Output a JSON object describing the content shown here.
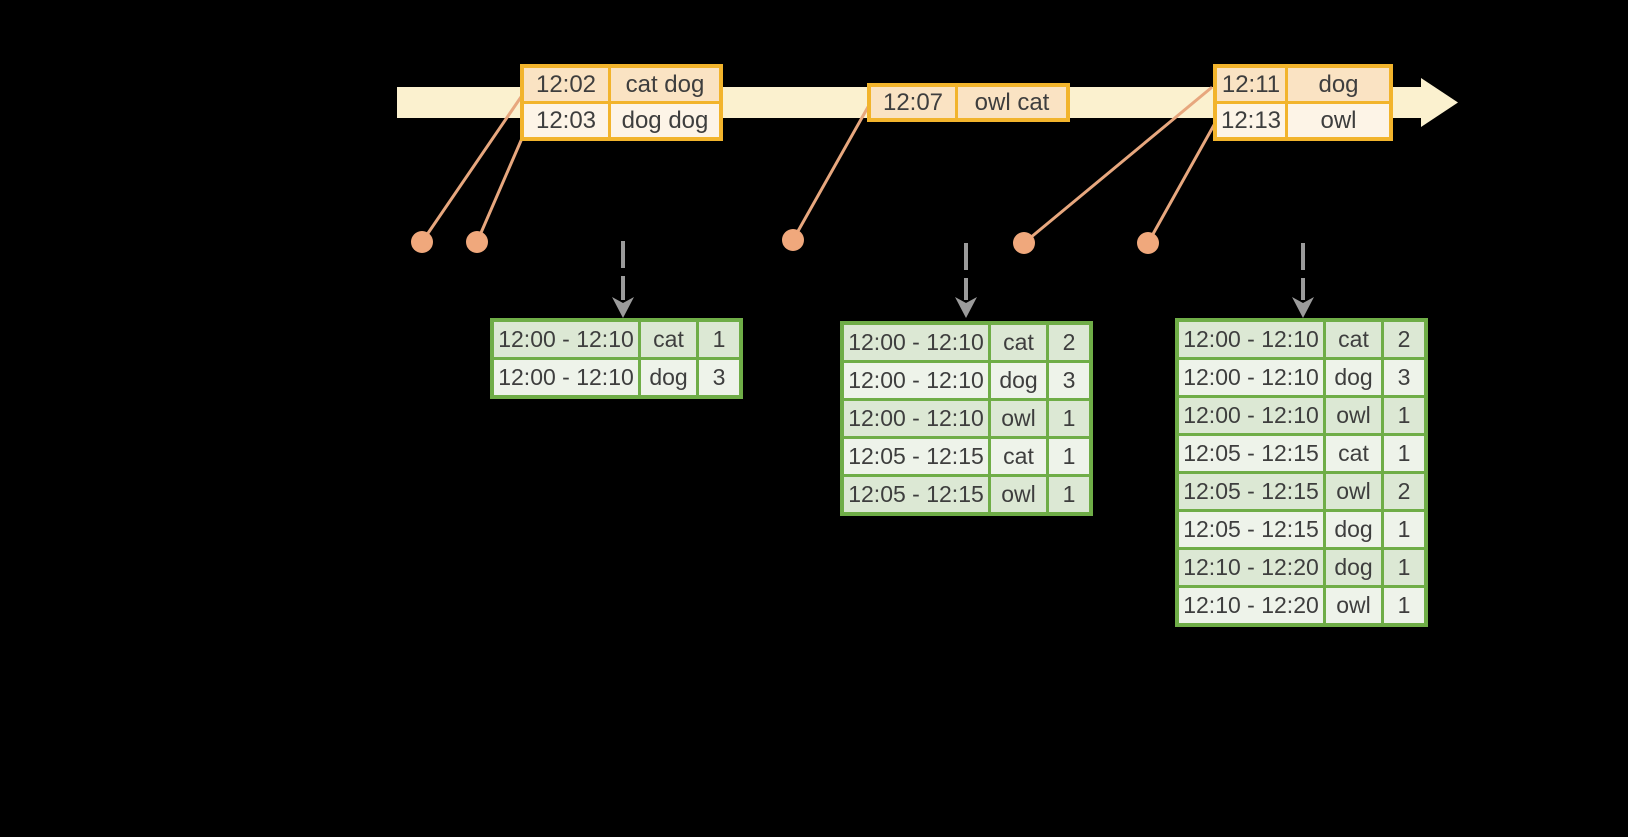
{
  "diagram": {
    "kind": "streaming windowed word-count timeline",
    "colors": {
      "gold": "#f2b42c",
      "peach-dark": "#fae3c3",
      "peach-light": "#fdf4e7",
      "green": "#6fad47",
      "sage-dark": "#dce8d4",
      "sage-light": "#eef3ea",
      "band": "#fbf1cf",
      "connector": "#e7a77e",
      "dot": "#f0a87c",
      "arrow-gray": "#9b9b9b"
    },
    "event_tables": [
      {
        "rows": [
          {
            "time": "12:02",
            "words": "cat dog"
          },
          {
            "time": "12:03",
            "words": "dog dog"
          }
        ]
      },
      {
        "rows": [
          {
            "time": "12:07",
            "words": "owl cat"
          }
        ]
      },
      {
        "rows": [
          {
            "time": "12:11",
            "words": "dog"
          },
          {
            "time": "12:13",
            "words": "owl"
          }
        ]
      }
    ],
    "result_tables": [
      {
        "rows": [
          {
            "window": "12:00 - 12:10",
            "word": "cat",
            "count": "1"
          },
          {
            "window": "12:00 - 12:10",
            "word": "dog",
            "count": "3"
          }
        ]
      },
      {
        "rows": [
          {
            "window": "12:00 - 12:10",
            "word": "cat",
            "count": "2"
          },
          {
            "window": "12:00 - 12:10",
            "word": "dog",
            "count": "3"
          },
          {
            "window": "12:00 - 12:10",
            "word": "owl",
            "count": "1"
          },
          {
            "window": "12:05 - 12:15",
            "word": "cat",
            "count": "1"
          },
          {
            "window": "12:05 - 12:15",
            "word": "owl",
            "count": "1"
          }
        ]
      },
      {
        "rows": [
          {
            "window": "12:00 - 12:10",
            "word": "cat",
            "count": "2"
          },
          {
            "window": "12:00 - 12:10",
            "word": "dog",
            "count": "3"
          },
          {
            "window": "12:00 - 12:10",
            "word": "owl",
            "count": "1"
          },
          {
            "window": "12:05 - 12:15",
            "word": "cat",
            "count": "1"
          },
          {
            "window": "12:05 - 12:15",
            "word": "owl",
            "count": "2"
          },
          {
            "window": "12:05 - 12:15",
            "word": "dog",
            "count": "1"
          },
          {
            "window": "12:10 - 12:20",
            "word": "dog",
            "count": "1"
          },
          {
            "window": "12:10 - 12:20",
            "word": "owl",
            "count": "1"
          }
        ]
      }
    ],
    "icons": [
      "timeline-arrow-icon",
      "trigger-arrow-icon",
      "event-dot-icon"
    ]
  }
}
